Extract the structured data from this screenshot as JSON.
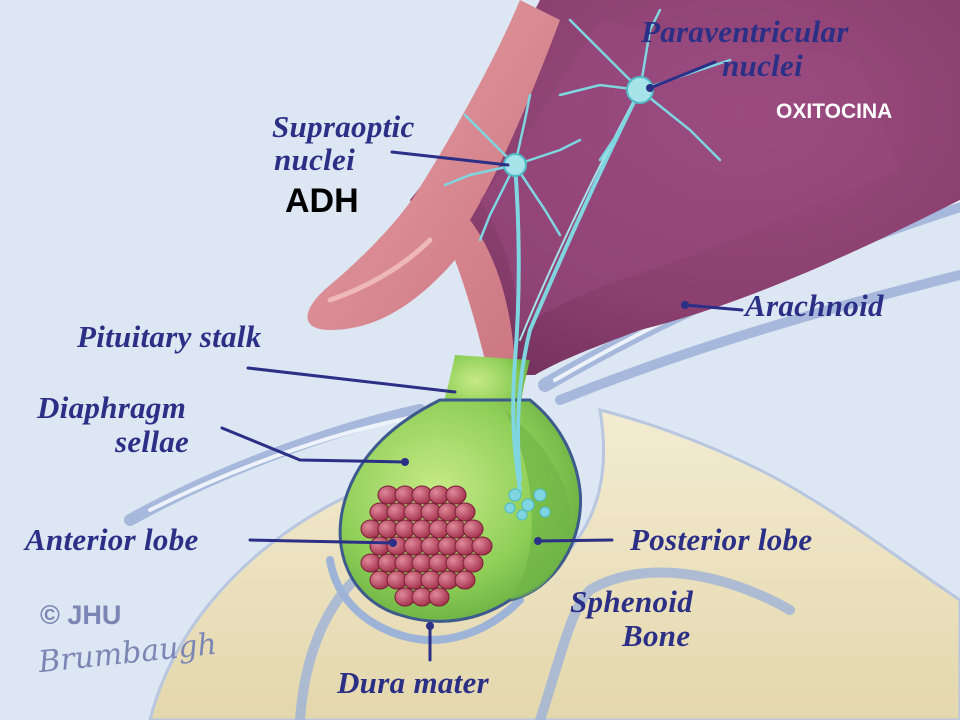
{
  "labels": {
    "paraventricular_line1": "Paraventricular",
    "paraventricular_line2": "nuclei",
    "supraoptic_line1": "Supraoptic",
    "supraoptic_line2": "nuclei",
    "arachnoid": "Arachnoid",
    "pituitary_stalk": "Pituitary stalk",
    "diaphragm_line1": "Diaphragm",
    "diaphragm_line2": "sellae",
    "anterior_lobe": "Anterior lobe",
    "posterior_lobe": "Posterior lobe",
    "sphenoid_line1": "Sphenoid",
    "sphenoid_line2": "Bone",
    "dura_mater": "Dura mater"
  },
  "annotations": {
    "adh": "ADH",
    "oxitocina": "OXITOCINA"
  },
  "watermark": {
    "copyright": "© JHU",
    "signature": "Brumbaugh"
  },
  "colors": {
    "background": "#dde6f3",
    "label_text": "#2b2f86",
    "hypothalamus": "#8a3f6e",
    "pituitary_green": "#8fcf58",
    "anterior_lobe_cells": "#b03a55",
    "bone": "#efe6c8",
    "neuron": "#7fd6e0",
    "adh_text": "#000000",
    "oxitocina_text": "#ffffff"
  }
}
